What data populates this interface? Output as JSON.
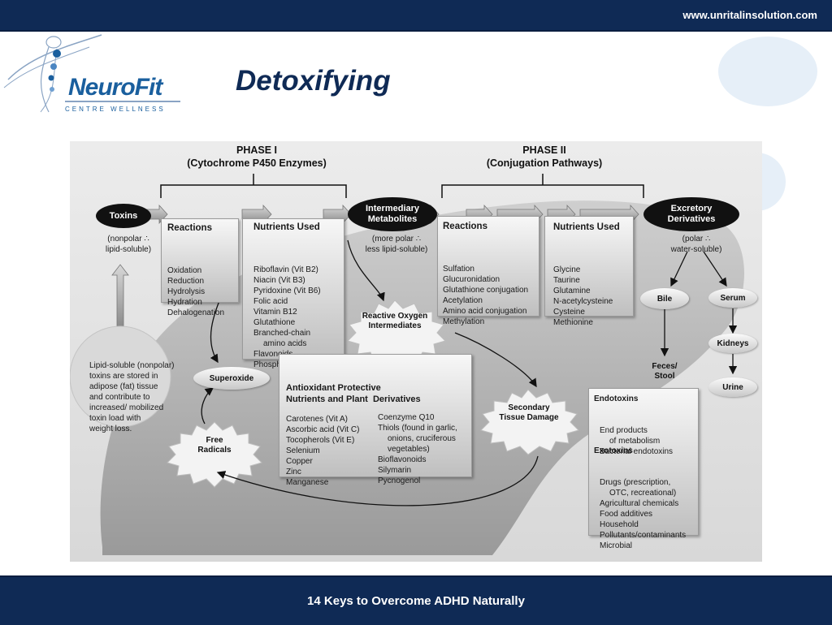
{
  "header": {
    "url": "www.unritalinsolution.com"
  },
  "logo": {
    "name": "NeuroFit",
    "sub": "CENTRE WELLNESS"
  },
  "title": "Detoxifying",
  "footer": "14 Keys to Overcome ADHD Naturally",
  "diagram": {
    "phase1": {
      "line1": "PHASE I",
      "line2": "(Cytochrome P450 Enzymes)"
    },
    "phase2": {
      "line1": "PHASE II",
      "line2": "(Conjugation Pathways)"
    },
    "toxins": {
      "label": "Toxins",
      "note1": "(nonpolar ∴",
      "note2": "lipid-soluble)"
    },
    "intermediary": {
      "line1": "Intermediary",
      "line2": "Metabolites",
      "note1": "(more polar ∴",
      "note2": "less lipid-soluble)"
    },
    "excretory": {
      "line1": "Excretory",
      "line2": "Derivatives",
      "note1": "(polar ∴",
      "note2": "water-soluble)"
    },
    "reactions1": {
      "title": "Reactions",
      "items": [
        "Oxidation",
        "Reduction",
        "Hydrolysis",
        "Hydration",
        "Dehalogenation"
      ]
    },
    "nutrients1": {
      "title": "Nutrients Used",
      "items": [
        "Riboflavin (Vit B2)",
        "Niacin (Vit B3)",
        "Pyridoxine (Vit B6)",
        "Folic acid",
        "Vitamin B12",
        "Glutathione",
        "Branched-chain",
        "amino acids",
        "Flavonoids",
        "Phospholipids"
      ]
    },
    "reactions2": {
      "title": "Reactions",
      "items": [
        "Sulfation",
        "Glucuronidation",
        "Glutathione conjugation",
        "Acetylation",
        "Amino acid conjugation",
        "Methylation"
      ]
    },
    "nutrients2": {
      "title": "Nutrients Used",
      "items": [
        "Glycine",
        "Taurine",
        "Glutamine",
        "N-acetylcysteine",
        "Cysteine",
        "Methionine"
      ]
    },
    "ros": {
      "line1": "Reactive Oxygen",
      "line2": "Intermediates"
    },
    "antioxidant": {
      "title1": "Antioxidant Protective",
      "title2": "Nutrients and Plant  Derivatives",
      "col1": [
        "Carotenes (Vit A)",
        "Ascorbic acid (Vit C)",
        "Tocopherols (Vit E)",
        "Selenium",
        "Copper",
        "Zinc",
        "Manganese"
      ],
      "col2": [
        "Coenzyme Q10",
        "Thiols (found in garlic,",
        "onions, cruciferous",
        "vegetables)",
        "Bioflavonoids",
        "Silymarin",
        "Pycnogenol"
      ]
    },
    "superoxide": "Superoxide",
    "free_radicals": {
      "line1": "Free",
      "line2": "Radicals"
    },
    "secondary": {
      "line1": "Secondary",
      "line2": "Tissue Damage"
    },
    "lipid_note": [
      "Lipid-soluble (nonpolar)",
      "toxins are stored in",
      "adipose (fat) tissue",
      "and contribute to",
      "increased/ mobilized",
      "toxin load with",
      "weight loss."
    ],
    "bile": "Bile",
    "serum": "Serum",
    "kidneys": "Kidneys",
    "feces": {
      "line1": "Feces/",
      "line2": "Stool"
    },
    "urine": "Urine",
    "endotoxins": {
      "title": "Endotoxins",
      "items": [
        "End products",
        "of metabolism",
        "Bacterial endotoxins"
      ]
    },
    "exotoxins": {
      "title": "Exotoxins",
      "items": [
        "Drugs (prescription,",
        "OTC, recreational)",
        "Agricultural chemicals",
        "Food additives",
        "Household",
        "Pollutants/contaminants",
        "Microbial"
      ]
    }
  }
}
